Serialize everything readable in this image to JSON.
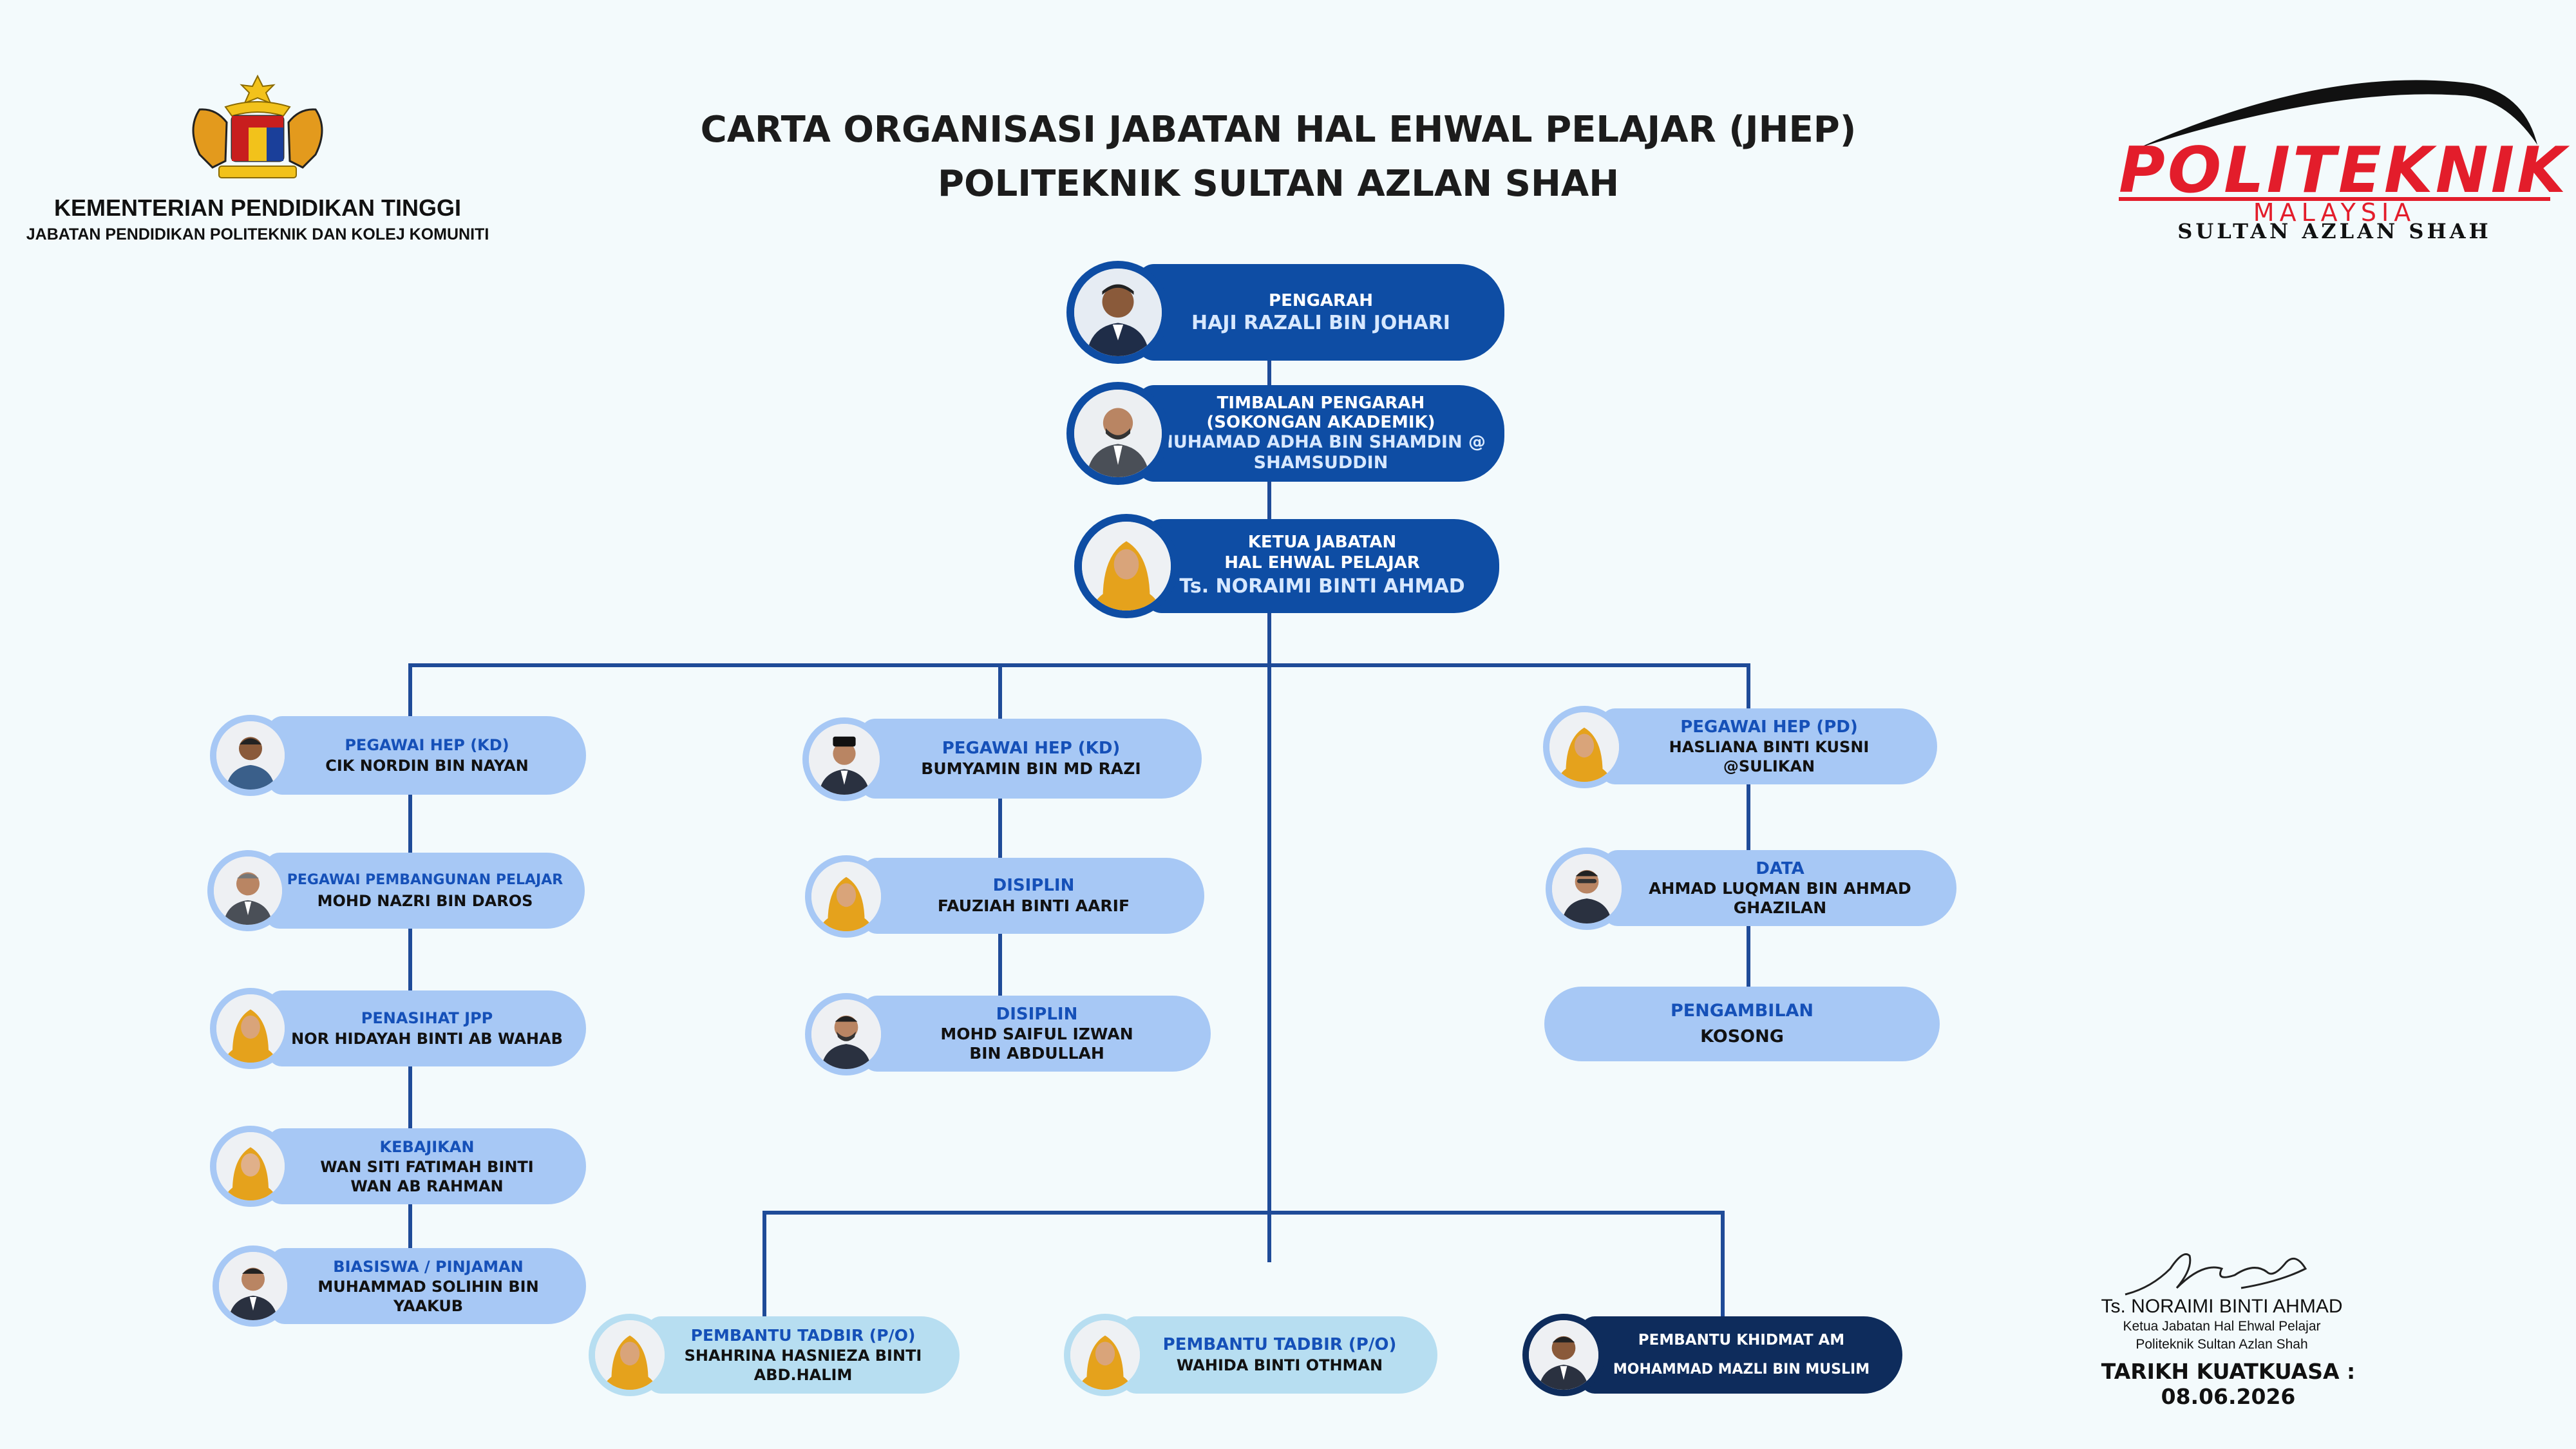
{
  "header": {
    "title_line1": "CARTA ORGANISASI JABATAN HAL EHWAL PELAJAR (JHEP)",
    "title_line2": "POLITEKNIK SULTAN AZLAN SHAH",
    "ministry_line1": "KEMENTERIAN PENDIDIKAN TINGGI",
    "ministry_line2": "JABATAN PENDIDIKAN POLITEKNIK DAN KOLEJ KOMUNITI",
    "logo_word": "POLITEKNIK",
    "logo_sub": "MALAYSIA",
    "logo_campus": "SULTAN AZLAN SHAH"
  },
  "nodes": {
    "pengarah": {
      "role": "PENGARAH",
      "name": "HAJI RAZALI BIN JOHARI"
    },
    "timbalan": {
      "role1": "TIMBALAN PENGARAH",
      "role2": "(SOKONGAN AKADEMIK)",
      "name1": "MUHAMAD ADHA BIN SHAMDIN @",
      "name2": "SHAMSUDDIN"
    },
    "ketua": {
      "role1": "KETUA JABATAN",
      "role2": "HAL EHWAL PELAJAR",
      "name": "Ts. NORAIMI BINTI AHMAD"
    },
    "kd1": {
      "role": "PEGAWAI HEP (KD)",
      "name": "CIK NORDIN BIN NAYAN"
    },
    "ppp": {
      "role": "PEGAWAI PEMBANGUNAN PELAJAR",
      "name": "MOHD NAZRI BIN DAROS"
    },
    "jpp": {
      "role": "PENASIHAT JPP",
      "name": "NOR HIDAYAH BINTI AB WAHAB"
    },
    "kebajikan": {
      "role": "KEBAJIKAN",
      "name1": "WAN SITI FATIMAH BINTI",
      "name2": "WAN AB RAHMAN"
    },
    "biasiswa": {
      "role": "BIASISWA / PINJAMAN",
      "name1": "MUHAMMAD SOLIHIN BIN",
      "name2": "YAAKUB"
    },
    "kd2": {
      "role": "PEGAWAI HEP (KD)",
      "name": "BUMYAMIN BIN MD RAZI"
    },
    "disiplin1": {
      "role": "DISIPLIN",
      "name": "FAUZIAH BINTI AARIF"
    },
    "disiplin2": {
      "role": "DISIPLIN",
      "name1": "MOHD SAIFUL IZWAN",
      "name2": "BIN ABDULLAH"
    },
    "pd": {
      "role": "PEGAWAI HEP (PD)",
      "name1": "HASLIANA BINTI KUSNI",
      "name2": "@SULIKAN"
    },
    "data": {
      "role": "DATA",
      "name1": "AHMAD LUQMAN BIN AHMAD",
      "name2": "GHAZILAN"
    },
    "pengambilan": {
      "role": "PENGAMBILAN",
      "name": "KOSONG"
    },
    "tadbir1": {
      "role": "PEMBANTU TADBIR (P/O)",
      "name1": "SHAHRINA HASNIEZA BINTI",
      "name2": "ABD.HALIM"
    },
    "tadbir2": {
      "role": "PEMBANTU TADBIR (P/O)",
      "name": "WAHIDA BINTI OTHMAN"
    },
    "khidmat": {
      "role": "PEMBANTU KHIDMAT AM",
      "name": "MOHAMMAD MAZLI BIN MUSLIM"
    }
  },
  "signature": {
    "name": "Ts. NORAIMI BINTI AHMAD",
    "line1": "Ketua Jabatan Hal Ehwal Pelajar",
    "line2": "Politeknik Sultan Azlan Shah"
  },
  "effective_date": "TARIKH KUATKUASA : 08.06.2026",
  "colors": {
    "primary_blue": "#0e4da4",
    "light_card": "#a7c8f5",
    "pale_card": "#b7def1",
    "dark_card": "#0e2c5c",
    "connector": "#1f4b98",
    "logo_red": "#e31d2b"
  }
}
